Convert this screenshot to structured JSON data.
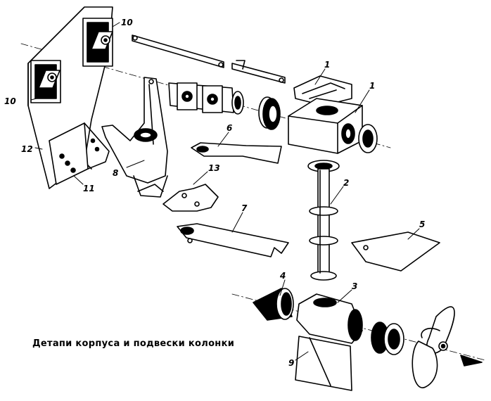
{
  "caption": "Детапи корпуса и подвески колонки",
  "labels": {
    "l1": "1",
    "l1b": "1",
    "l2": "2",
    "l3": "3",
    "l4": "4",
    "l5": "5",
    "l6": "6",
    "l7": "7",
    "l8": "8",
    "l9": "9",
    "l10a": "10",
    "l10b": "10",
    "l11": "11",
    "l12": "12",
    "l13": "13"
  }
}
